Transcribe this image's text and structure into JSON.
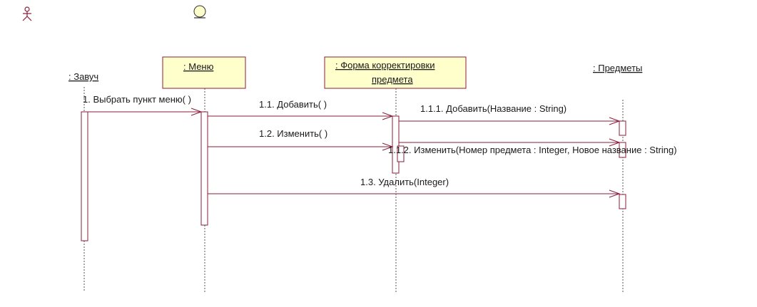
{
  "colors": {
    "line": "#8b1c3a",
    "object_fill": "#ffffcc",
    "lifeline": "#555555"
  },
  "palette": {
    "icons": [
      "actor-icon",
      "boundary-icon"
    ]
  },
  "objects": {
    "actor": ": Завуч",
    "menu": " :  Меню",
    "form_line1": " : Форма корректировки",
    "form_line2": "предмета",
    "subjects": " : Предметы"
  },
  "messages": {
    "m1": "1. Выбрать пункт меню( )",
    "m11": "1.1. Добавить( )",
    "m111": "1.1.1. Добавить(Название : String)",
    "m12": "1.2. Изменить( )",
    "m121": "1.1.2. Изменить(Номер предмета : Integer, Новое название : String)",
    "m13": "1.3. Удалить(Integer)"
  }
}
